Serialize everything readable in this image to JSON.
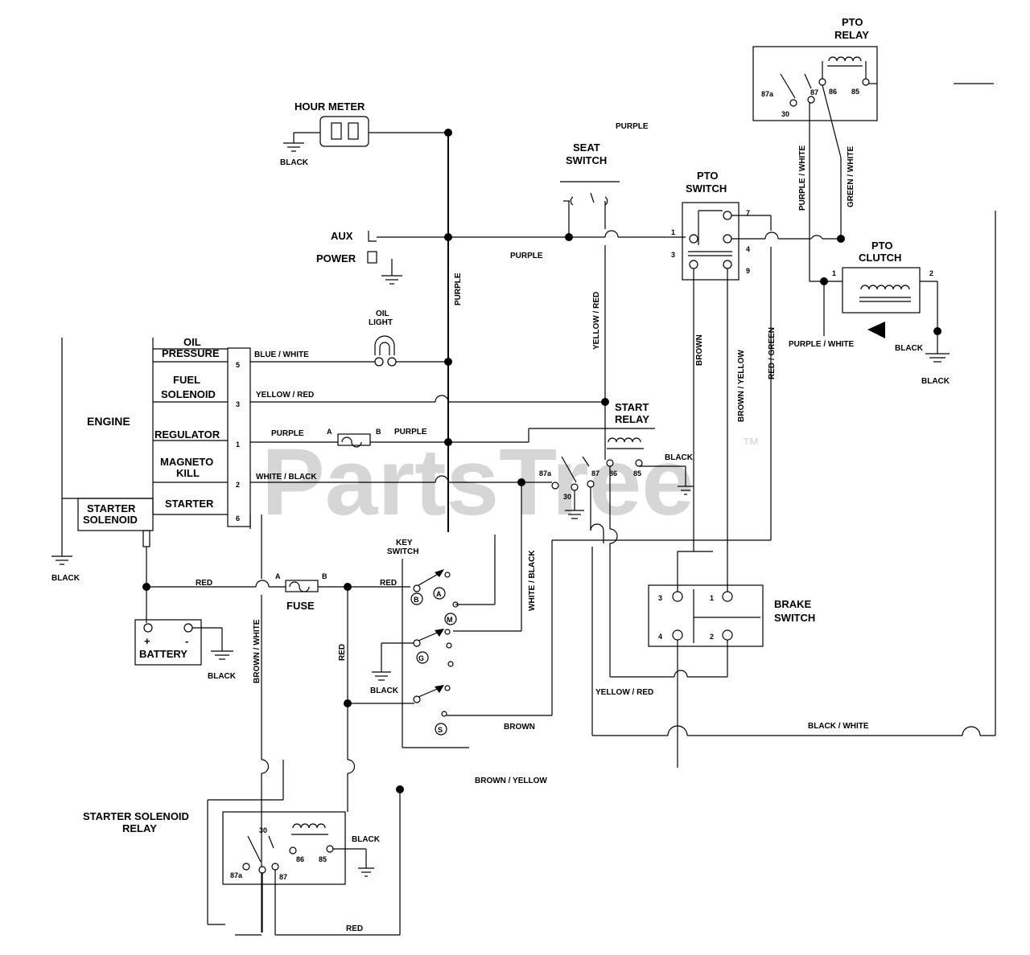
{
  "watermark": {
    "text": "PartsTree",
    "trademark": "™"
  },
  "components": {
    "hour_meter": "HOUR METER",
    "seat_switch": [
      "SEAT",
      "SWITCH"
    ],
    "pto_switch": [
      "PTO",
      "SWITCH"
    ],
    "pto_relay": [
      "PTO",
      "RELAY"
    ],
    "pto_clutch": [
      "PTO",
      "CLUTCH"
    ],
    "aux": "AUX",
    "power": "POWER",
    "oil_light": [
      "OIL",
      "LIGHT"
    ],
    "engine": "ENGINE",
    "starter_solenoid": [
      "STARTER",
      "SOLENOID"
    ],
    "start_relay": [
      "START",
      "RELAY"
    ],
    "key_switch": [
      "KEY",
      "SWITCH"
    ],
    "brake_switch": [
      "BRAKE",
      "SWITCH"
    ],
    "fuse": "FUSE",
    "battery": "BATTERY",
    "starter_solenoid_relay": [
      "STARTER SOLENOID",
      "RELAY"
    ]
  },
  "engine_terminals": [
    {
      "label": [
        "OIL",
        "PRESSURE"
      ],
      "pin": "5"
    },
    {
      "label": [
        "FUEL",
        "SOLENOID"
      ],
      "pin": "3"
    },
    {
      "label": [
        "REGULATOR"
      ],
      "pin": "1"
    },
    {
      "label": [
        "MAGNETO",
        "KILL"
      ],
      "pin": "2"
    },
    {
      "label": [
        "STARTER"
      ],
      "pin": "6"
    }
  ],
  "wires": {
    "black": "BLACK",
    "purple": "PURPLE",
    "blue_white": "BLUE / WHITE",
    "yellow_red_engine": "YELLOW / RED",
    "white_black_engine": "WHITE / BLACK",
    "yellow_red_vertical": "YELLOW / RED",
    "brown": "BROWN",
    "brown_yellow": "BROWN / YELLOW",
    "red_green": "RED / GREEN",
    "purple_white": "PURPLE / WHITE",
    "green_white": "GREEN / WHITE",
    "red": "RED",
    "brown_white": "BROWN / WHITE",
    "white_black_key": "WHITE / BLACK",
    "yellow_red_bottom": "YELLOW / RED",
    "black_white": "BLACK / WHITE",
    "brown_bottom": "BROWN",
    "brown_yellow_bottom": "BROWN / YELLOW"
  },
  "pins": {
    "pto_switch": [
      "1",
      "3",
      "7",
      "4",
      "9"
    ],
    "pto_relay": [
      "87a",
      "30",
      "87",
      "86",
      "85"
    ],
    "pto_clutch": [
      "1",
      "2"
    ],
    "start_relay": [
      "87a",
      "30",
      "87",
      "86",
      "85"
    ],
    "brake_switch": [
      "3",
      "1",
      "4",
      "2"
    ],
    "fuse": [
      "A",
      "B"
    ],
    "regulator_fuse": [
      "A",
      "B"
    ],
    "key_switch": [
      "B",
      "A",
      "M",
      "G",
      "S"
    ],
    "battery": [
      "+",
      "-"
    ],
    "solenoid_relay": [
      "30",
      "87a",
      "87",
      "86",
      "85"
    ]
  }
}
